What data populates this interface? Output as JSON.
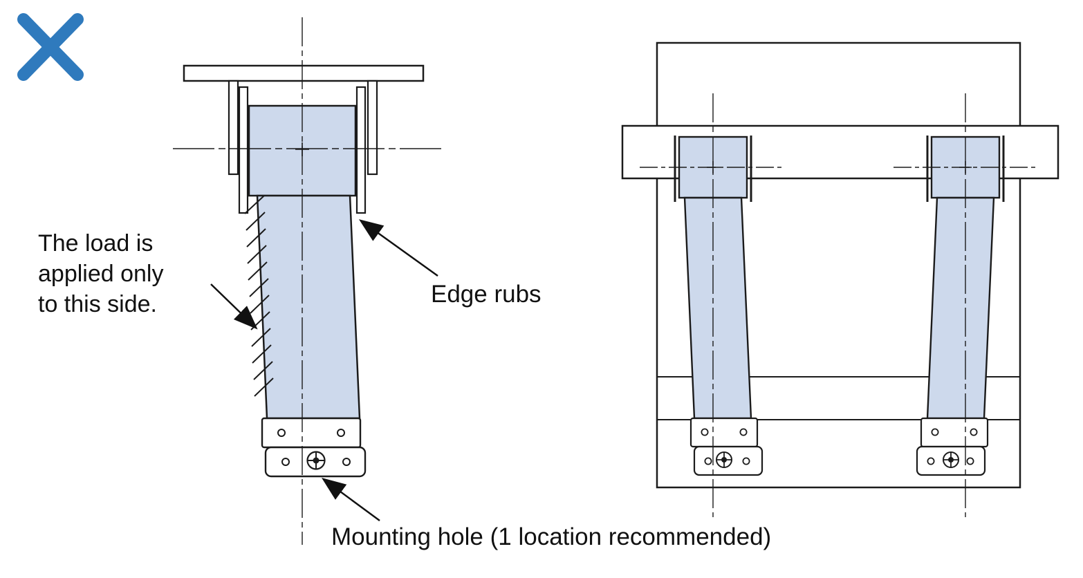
{
  "colors": {
    "slide_fill": "#cdd9ec",
    "line": "#1b1b1b",
    "wrong_mark": "#2f7abd"
  },
  "icons": {
    "wrong_mark": "blue-x-cross"
  },
  "annotations": {
    "load_note": "The load is\napplied only\nto this side.",
    "edge_rubs": "Edge rubs",
    "mounting_hole": "Mounting hole (1 location recommended)"
  }
}
